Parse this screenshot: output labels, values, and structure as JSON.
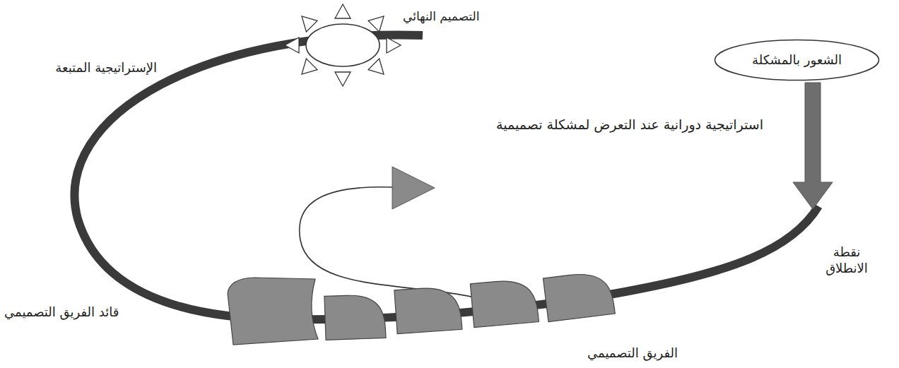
{
  "diagram": {
    "nodes": [
      {
        "text": [
          "التصميم النهائي"
        ]
      },
      {
        "text": [
          "الشعور بالمشكلة"
        ]
      }
    ],
    "labels": [
      "الإستراتيجية المتبعة",
      "استراتيجية دورانية عند التعرض لمشكلة تصميمية",
      "نقطة الانطلاق",
      "قائد الفريق التصميمي",
      "الفريق التصميمي"
    ]
  }
}
